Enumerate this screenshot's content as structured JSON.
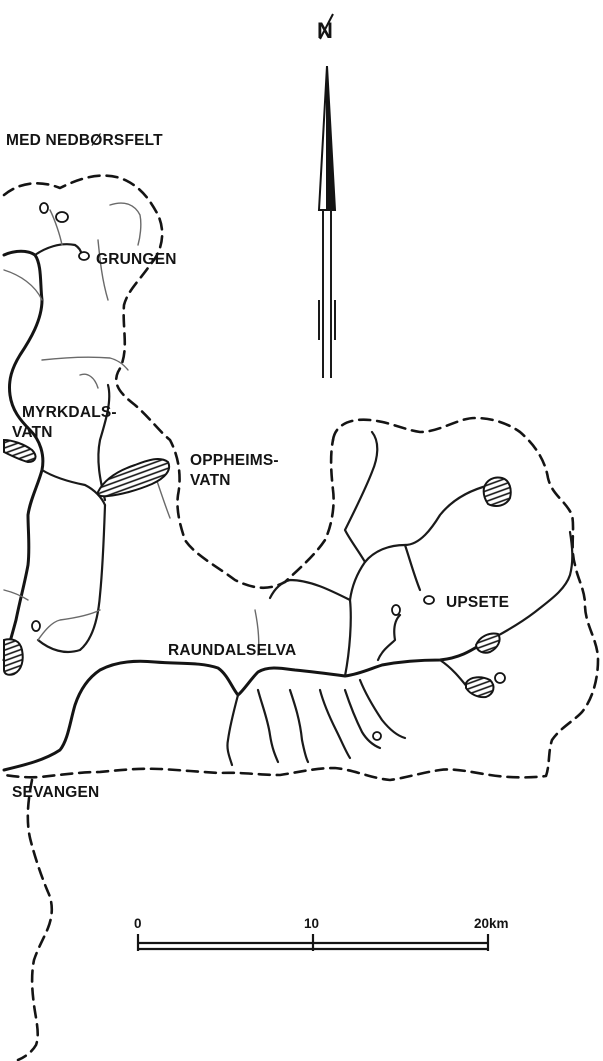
{
  "title": "MED NEDBØRSFELT",
  "north_label": "N",
  "places": {
    "grungen": "GRUNGEN",
    "myrkdals_line1": "MYRKDALS-",
    "myrkdals_line2": "VATN",
    "oppheims_line1": "OPPHEIMS-",
    "oppheims_line2": "VATN",
    "upsete": "UPSETE",
    "raundalselva": "RAUNDALSELVA",
    "sevangen": "SEVANGEN"
  },
  "scale_bar": {
    "tick_0": "0",
    "tick_10": "10",
    "tick_20": "20km"
  },
  "symbols": {
    "catchment_boundary": "dashed-line",
    "lake": "hatched-fill",
    "river": "solid-line"
  }
}
